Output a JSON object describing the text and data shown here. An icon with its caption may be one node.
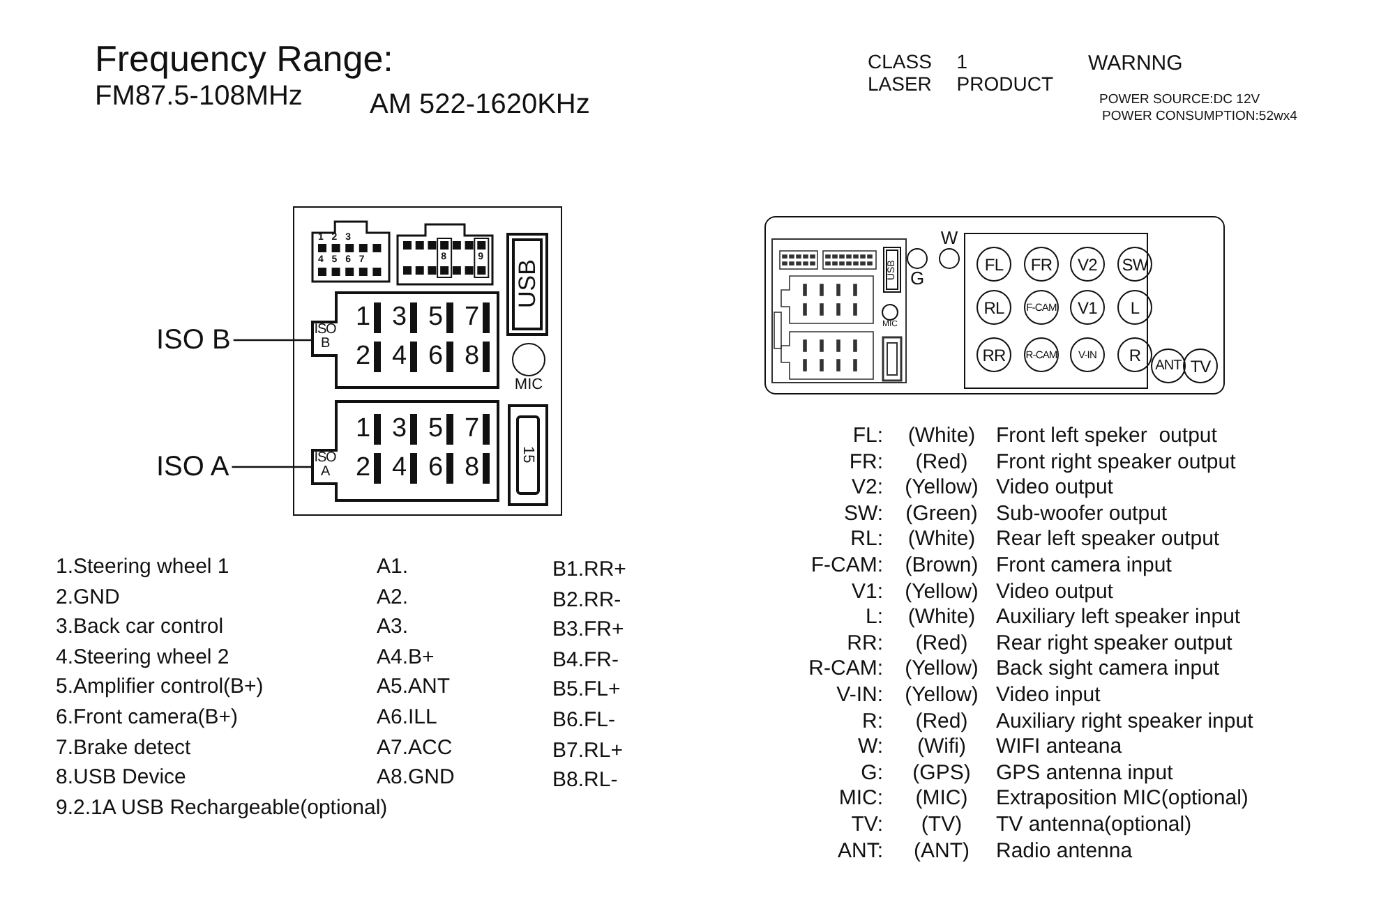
{
  "diagram": {
    "title": "Frequency Range:",
    "nodes": [
      {
        "text": [],
        "shape": "box"
      },
      {
        "text": [
          "1",
          "2",
          "3",
          "4",
          "5",
          "6",
          "7"
        ],
        "in": 0
      },
      {
        "text": [
          "8",
          "9"
        ],
        "in": 0
      },
      {
        "text": [
          "USB"
        ],
        "in": 0
      },
      {
        "text": [
          "ISO B"
        ]
      },
      {
        "text": [
          "ISO B",
          "1",
          "3",
          "5",
          "7",
          "2",
          "4",
          "6",
          "8"
        ],
        "in": 0
      },
      {
        "text": [],
        "shape": "circle",
        "beside": [
          "MIC"
        ],
        "in": 0
      },
      {
        "text": [
          "ISO A"
        ]
      },
      {
        "text": [
          "ISO A",
          "1",
          "3",
          "5",
          "7",
          "2",
          "4",
          "6",
          "8"
        ],
        "in": 0
      },
      {
        "text": [
          "15"
        ],
        "in": 0
      },
      {
        "text": [],
        "shape": "box"
      },
      {
        "text": [],
        "shape": "box",
        "in": 10
      },
      {
        "text": [
          "USB"
        ],
        "in": 11
      },
      {
        "text": [],
        "shape": "circle",
        "beside": [
          "MIC"
        ],
        "in": 11
      },
      {
        "text": [],
        "shape": "circle",
        "beside": [
          "G"
        ],
        "in": 10
      },
      {
        "text": [],
        "shape": "circle",
        "beside": [
          "W"
        ],
        "in": 10
      },
      {
        "text": [],
        "shape": "box",
        "in": 10
      },
      {
        "text": [
          "FL"
        ],
        "in": 16
      },
      {
        "text": [
          "FR"
        ],
        "in": 16
      },
      {
        "text": [
          "V2"
        ],
        "in": 16
      },
      {
        "text": [
          "SW"
        ],
        "in": 16
      },
      {
        "text": [
          "RL"
        ],
        "in": 16
      },
      {
        "text": [
          "F-CAM"
        ],
        "in": 16
      },
      {
        "text": [
          "V1"
        ],
        "in": 16
      },
      {
        "text": [
          "L"
        ],
        "in": 16
      },
      {
        "text": [
          "RR"
        ],
        "in": 16
      },
      {
        "text": [
          "R-CAM"
        ],
        "in": 16
      },
      {
        "text": [
          "V-IN"
        ],
        "in": 16
      },
      {
        "text": [
          "R"
        ],
        "in": 16
      },
      {
        "text": [
          "ANT"
        ],
        "in": 10
      },
      {
        "text": [
          "TV"
        ],
        "in": 10
      }
    ],
    "edges": [
      {
        "from": 4,
        "to": 5,
        "arrow": "none"
      },
      {
        "from": 7,
        "to": 8,
        "arrow": "none"
      }
    ],
    "labels": [
      "FM87.5-108MHz",
      "AM 522-1620KHz",
      "CLASS 1 LASER PRODUCT",
      "WARNNG",
      "POWER SOURCE:DC 12V",
      "POWER CONSUMPTION:52wx4",
      "1.Steering wheel 1",
      "A1.",
      "B1.RR+",
      "2.GND",
      "A2.",
      "B2.RR-",
      "3.Back car control",
      "A3.",
      "B3.FR+",
      "4.Steering wheel 2",
      "A4.B+",
      "B4.FR-",
      "5.Amplifier control(B+)",
      "A5.ANT",
      "B5.FL+",
      "6.Front camera(B+)",
      "A6.ILL",
      "B6.FL-",
      "7.Brake detect",
      "A7.ACC",
      "B7.RL+",
      "8.USB Device",
      "A8.GND",
      "B8.RL-",
      "9.2.1A USB Rechargeable(optional)",
      "FL:",
      "(White)",
      "Front left speker  output",
      "FR:",
      "(Red)",
      "Front right speaker output",
      "V2:",
      "(Yellow)",
      "Video output",
      "SW:",
      "(Green)",
      "Sub-woofer output",
      "RL:",
      "(White)",
      "Rear left speaker output",
      "F-CAM:",
      "(Brown)",
      "Front camera input",
      "V1:",
      "(Yellow)",
      "Video output",
      "L:",
      "(White)",
      "Auxiliary left speaker input",
      "RR:",
      "(Red)",
      "Rear right speaker output",
      "R-CAM:",
      "(Yellow)",
      "Back sight camera input",
      "V-IN:",
      "(Yellow)",
      "Video input",
      "R:",
      "(Red)",
      "Auxiliary right speaker input",
      "W:",
      "(Wifi)",
      "WIFI anteana",
      "G:",
      "(GPS)",
      "GPS antenna input",
      "MIC:",
      "(MIC)",
      "Extraposition MIC(optional)",
      "TV:",
      "(TV)",
      "TV antenna(optional)",
      "ANT:",
      "(ANT)",
      "Radio antenna"
    ]
  }
}
